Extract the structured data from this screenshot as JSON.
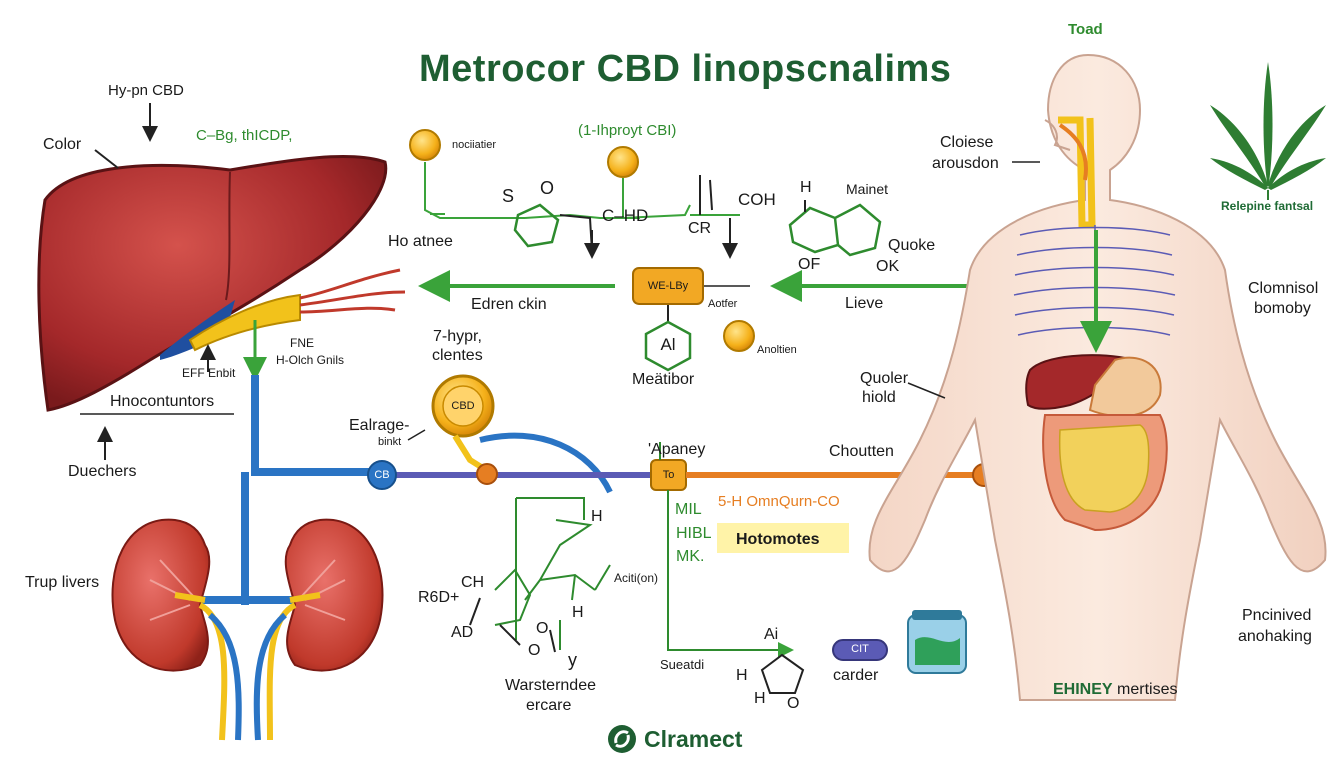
{
  "title": "Metrocor CBD linopscnalims",
  "left": {
    "hyp_cbd": "Hy-pn CBD",
    "color": "Color",
    "c_bg": "C–Bg, thICDP,",
    "fne": "FNE",
    "h_olch": "H-Olch Gnils",
    "eff": "EFF Enbit",
    "hnocontuntors": "Hnocontuntors",
    "duechers": "Duechers",
    "trup_livers": "Trup livers"
  },
  "top_center": {
    "nociiatier": "nociiatier",
    "hpropyl": "(1-Ihproyt CBI)",
    "s_lbl": "S",
    "o_lbl": "O",
    "c_hd": "C–HD",
    "coh": "COH",
    "cr": "CR",
    "h_top": "H",
    "mainet": "Mainet",
    "ho_atnee": "Ho atnee",
    "quoke": "Quoke",
    "of": "OF",
    "ok": "OK",
    "edren_ckin": "Edren ckin",
    "center_box": "WE-LBy",
    "aotfer": "Aotfer",
    "anoltien": "Anoltien",
    "al": "Al",
    "metabior": "Meätibor",
    "lieve": "Lieve"
  },
  "middle": {
    "seven_hypr": "7-hypr,",
    "clentes": "clentes",
    "cbd_ball": "CBD",
    "ealrage": "Ealrage-",
    "binkt": "binkt",
    "cb": "CB",
    "apaney": "'Apaney",
    "to": "To",
    "choutten": "Choutten",
    "h_mid": "H",
    "formula": "5-H OmnQurn-CO",
    "mil": "MIL",
    "hibl": "HIBL",
    "mk": "MK.",
    "hotomotes": "Hotomotes"
  },
  "bottom": {
    "ch": "CH",
    "r6d": "R6D+",
    "ad": "AD",
    "o1": "O",
    "o2": "O",
    "y": "y",
    "h_b": "H",
    "acition": "Aciti(on)",
    "warsterndee": "Warsterndee",
    "ercare": "ercare",
    "sueatdi": "Sueatdi",
    "ai": "Ai",
    "h_left": "H",
    "h_low": "H",
    "o_low": "O",
    "pill": "CIT",
    "carder": "carder"
  },
  "right": {
    "toad": "Toad",
    "cloiese": "Cloiese",
    "arousdon": "arousdon",
    "relepine": "Relepine fantsal",
    "clomnisol": "Clomnisol",
    "bomoby": "bomoby",
    "quoler": "Quoler",
    "hiold": "hiold",
    "pncinived": "Pncinived",
    "anohaking": "anohaking",
    "ehinney": "EHINEY",
    "mertises": "mertises"
  },
  "logo": {
    "text": "Clramect"
  },
  "colors": {
    "title": "#1e5e32",
    "arrow_green": "#3aa33a",
    "liver": "#a4282a",
    "kidney": "#c0392b",
    "blue_vessel": "#2a74c4",
    "yellow": "#f2c21b",
    "orange": "#e67e22",
    "purple_line": "#5b5bb5"
  }
}
